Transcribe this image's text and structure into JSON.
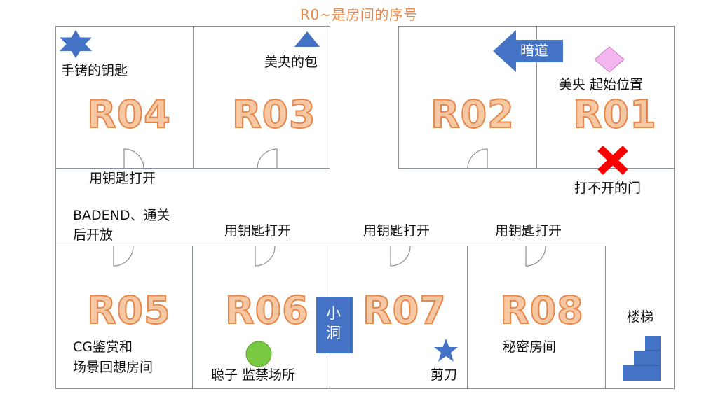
{
  "title": "R0~是房间的序号",
  "rooms": {
    "r01": "R01",
    "r02": "R02",
    "r03": "R03",
    "r04": "R04",
    "r05": "R05",
    "r06": "R06",
    "r07": "R07",
    "r08": "R08"
  },
  "labels": {
    "handcuff_key": "手铐的钥匙",
    "meiyang_bag": "美央的包",
    "secret_passage": "暗道",
    "meiyang_start": "美央  起始位置",
    "locked_door": "打不开的门",
    "open_with_key_top": "用钥匙打开",
    "badend_line1": "BADEND、通关",
    "badend_line2": "后开放",
    "open_with_key_r06": "用钥匙打开",
    "open_with_key_r07": "用钥匙打开",
    "open_with_key_r08": "用钥匙打开",
    "small_hole": "小洞",
    "cg_line1": "CG鉴赏和",
    "cg_line2": "场景回想房间",
    "congzi": "聪子  监禁场所",
    "scissors": "剪刀",
    "secret_room": "秘密房间",
    "stairs": "楼梯"
  },
  "colors": {
    "line": "#8a9099",
    "code_fill": "#f5c7a3",
    "code_stroke": "#e8874a",
    "blue": "#4472c4",
    "pink": "#f4b6ef",
    "red": "#ff0000",
    "green": "#7ac943"
  },
  "icons": [
    "star-icon",
    "triangle-icon",
    "arrow-left-icon",
    "diamond-icon",
    "cross-icon",
    "circle-icon",
    "small-star-icon",
    "stairs-icon"
  ]
}
